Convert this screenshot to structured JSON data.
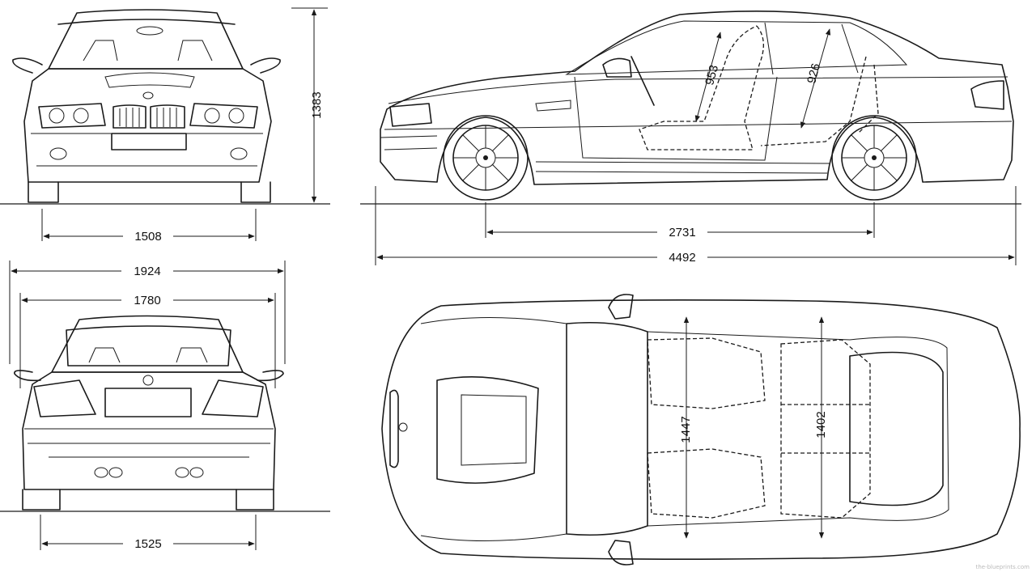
{
  "dimensions": {
    "front_track": "1508",
    "height": "1383",
    "wheelbase": "2731",
    "length": "4492",
    "width_with_mirrors": "1924",
    "width": "1780",
    "rear_track": "1525",
    "front_headroom": "953",
    "rear_headroom": "926",
    "front_shoulder_width": "1447",
    "rear_shoulder_width": "1402"
  },
  "watermark": "the-blueprints.com",
  "colors": {
    "line": "#1a1a1a",
    "background": "#ffffff"
  },
  "views": [
    "front",
    "side",
    "rear",
    "top"
  ]
}
